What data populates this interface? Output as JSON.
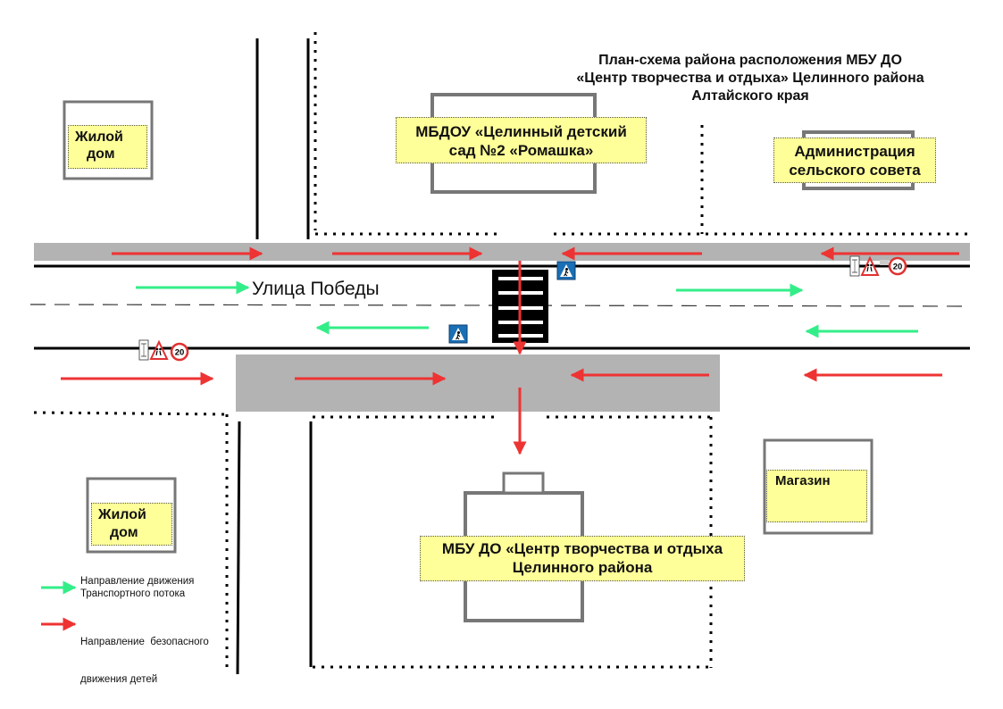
{
  "title": {
    "line1": "План-схема района расположения МБУ ДО",
    "line2": "«Центр творчества и отдыха» Целинного района",
    "line3": "Алтайского края"
  },
  "street": {
    "name": "Улица Победы"
  },
  "buildings": {
    "house_top": {
      "line1": "Жилой",
      "line2": "дом"
    },
    "kindergarten": {
      "line1": "МБДОУ «Целинный детский",
      "line2": "сад №2 «Ромашка»"
    },
    "administration": {
      "line1": "Администрация",
      "line2": "сельского совета"
    },
    "shop": {
      "label": "Магазин"
    },
    "house_bottom": {
      "line1": "Жилой",
      "line2": "дом"
    },
    "center": {
      "line1": "МБУ ДО «Центр творчества и отдыха",
      "line2": "Целинного района"
    }
  },
  "signs": {
    "speed_limit": "20"
  },
  "legend": {
    "traffic_line1": "Направление движения",
    "traffic_line2": "Транспортного потока",
    "safe_line1": "Направление  безопасного",
    "safe_line2": "движения детей"
  },
  "colors": {
    "traffic_arrow": "#33ee88",
    "safe_arrow": "#ee3333",
    "sidewalk": "#b3b3b3",
    "label_fill": "#ffff99",
    "crosswalk_sign": "#1a6fb5",
    "speed_sign_ring": "#e03030"
  },
  "icons": {
    "crosswalk_sign": "pedestrian-crossing-sign-icon",
    "children_sign": "children-warning-sign-icon",
    "speed_sign": "speed-limit-sign-icon"
  }
}
